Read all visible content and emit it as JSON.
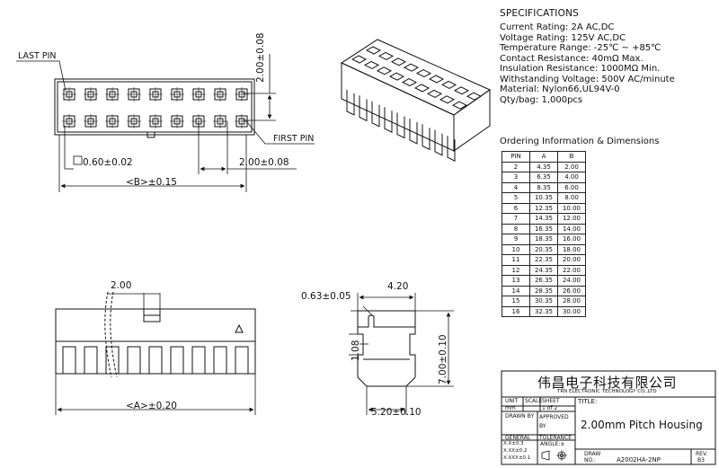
{
  "specifications": {
    "title": "SPECIFICATIONS",
    "lines": [
      "Current Rating: 2A AC,DC",
      "Voltage Rating: 125V AC,DC",
      "Temperature Range: -25℃ ~ +85℃",
      "Contact Resistance: 40mΩ Max.",
      "Insulation Resistance: 1000MΩ Min.",
      "Withstanding Voltage: 500V AC/minute",
      "Material: Nylon66,UL94V-0",
      "Qty/bag: 1,000pcs"
    ]
  },
  "ordering": {
    "title": "Ordering Information & Dimensions",
    "headers": [
      "PIN",
      "A",
      "B"
    ],
    "rows": [
      [
        "2",
        "4.35",
        "2.00"
      ],
      [
        "3",
        "6.35",
        "4.00"
      ],
      [
        "4",
        "8.35",
        "6.00"
      ],
      [
        "5",
        "10.35",
        "8.00"
      ],
      [
        "6",
        "12.35",
        "10.00"
      ],
      [
        "7",
        "14.35",
        "12.00"
      ],
      [
        "8",
        "16.35",
        "14.00"
      ],
      [
        "9",
        "18.35",
        "16.00"
      ],
      [
        "10",
        "20.35",
        "18.00"
      ],
      [
        "11",
        "22.35",
        "20.00"
      ],
      [
        "12",
        "24.35",
        "22.00"
      ],
      [
        "13",
        "26.35",
        "24.00"
      ],
      [
        "14",
        "28.35",
        "26.00"
      ],
      [
        "15",
        "30.35",
        "28.00"
      ],
      [
        "16",
        "32.35",
        "30.00"
      ]
    ]
  },
  "top_view": {
    "last_pin": "LAST PIN",
    "first_pin": "FIRST PIN",
    "pin_square": "0.60±0.02",
    "pitch_vertical": "2.00±0.08",
    "pitch_horizontal": "2.00±0.08",
    "dim_b": "<B>±0.15"
  },
  "front_view": {
    "pitch": "2.00",
    "dim_a": "<A>±0.20"
  },
  "side_view": {
    "wall": "0.63±0.05",
    "top_width": "4.20",
    "height": "7.00±0.10",
    "slot": "1.08",
    "bottom_width": "5.20±0.10"
  },
  "title_block": {
    "company_cn": "伟昌电子科技有限公司",
    "company_en": "TRN ELECTRONIC TECHNOLOGY CO.,LTD",
    "unit_label": "UNIT",
    "unit_value": "mm",
    "scale_label": "SCALE",
    "sheet_label": "SHEET",
    "sheet_value": "1 of 2",
    "title_label": "TITLE:",
    "drawn_by": "DRAWN BY",
    "approved_by": "APPROVED BY",
    "title_value": "2.00mm Pitch Housing",
    "general": "GENERAL",
    "tolerance": "TOLERANCE",
    "tol_1": "X.X±0.3",
    "tol_2": "X.XX±0.2",
    "tol_3": "X.XXX±0.1",
    "angle": "ANGLE:±",
    "draw_label": "DRAW",
    "no_label": "NO.:",
    "draw_no": "A2002HA-2NP",
    "rev_label": "REV.",
    "rev_value": "B3"
  }
}
